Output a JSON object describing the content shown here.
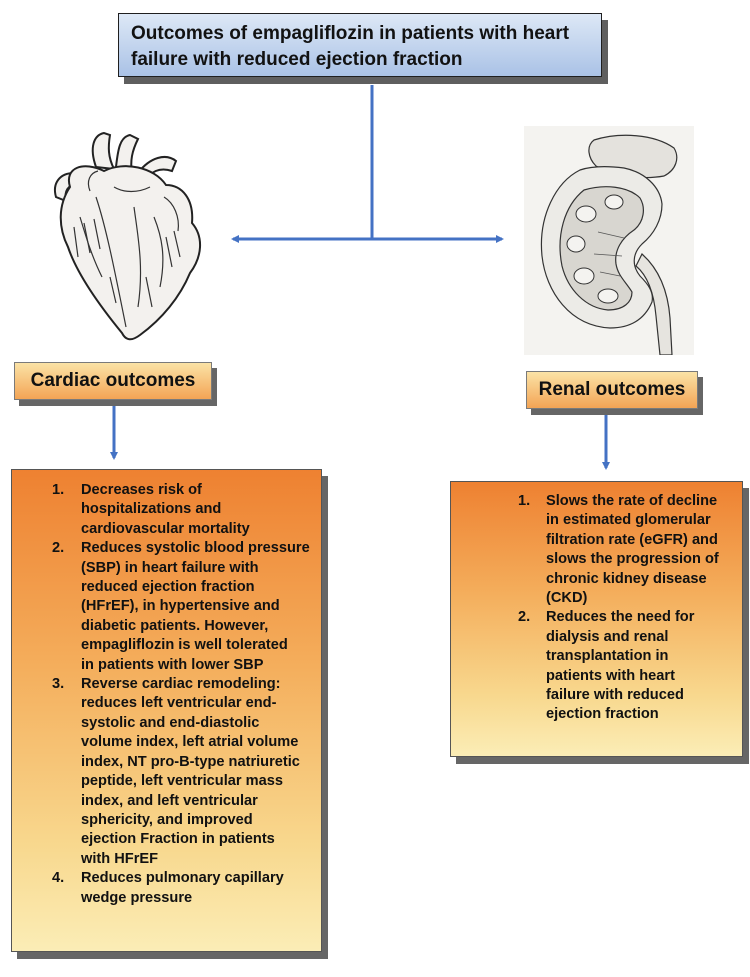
{
  "title": {
    "line1": "Outcomes of empagliflozin in patients with heart",
    "line2": "failure with reduced ejection fraction"
  },
  "cardiac": {
    "heading": "Cardiac outcomes",
    "items": [
      {
        "num": "1.",
        "lines": [
          "Decreases risk of",
          "hospitalizations and",
          "cardiovascular mortality"
        ]
      },
      {
        "num": "2.",
        "lines": [
          "Reduces systolic blood pressure",
          "(SBP) in heart failure with",
          "reduced ejection fraction",
          "(HFrEF), in hypertensive and",
          "diabetic patients. However,",
          "empagliflozin is well tolerated",
          "in patients with lower SBP"
        ]
      },
      {
        "num": "3.",
        "lines": [
          "Reverse cardiac remodeling:",
          "reduces left ventricular end-",
          "systolic and end-diastolic",
          "volume index, left atrial volume",
          "index, NT pro-B-type natriuretic",
          "peptide, left ventricular mass",
          "index, and left ventricular",
          "sphericity, and improved",
          "ejection Fraction in patients",
          "with HFrEF"
        ]
      },
      {
        "num": "4.",
        "lines": [
          "Reduces pulmonary capillary",
          "wedge pressure"
        ]
      }
    ]
  },
  "renal": {
    "heading": "Renal outcomes",
    "items": [
      {
        "num": "1.",
        "lines": [
          "Slows the rate of decline",
          "in estimated glomerular",
          "filtration rate (eGFR) and",
          "slows the progression of",
          "chronic kidney disease",
          "(CKD)"
        ]
      },
      {
        "num": "2.",
        "lines": [
          "Reduces the need for",
          "dialysis and renal",
          "transplantation in",
          "patients with heart",
          "failure with reduced",
          "ejection fraction"
        ]
      }
    ]
  },
  "colors": {
    "arrow": "#4472c4",
    "title_fill": "#b4c9ea",
    "panel_top": "#ee8131",
    "panel_bottom": "#fbedb6"
  },
  "icons": [
    "heart-illustration",
    "kidney-illustration"
  ]
}
